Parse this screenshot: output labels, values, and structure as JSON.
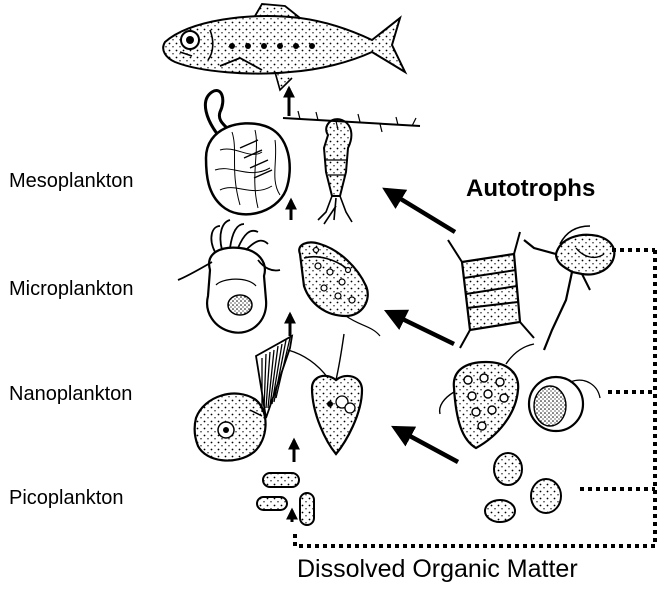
{
  "labels": {
    "mesoplankton": "Mesoplankton",
    "microplankton": "Microplankton",
    "nanoplankton": "Nanoplankton",
    "picoplankton": "Picoplankton",
    "autotrophs": "Autotrophs",
    "dom": "Dissolved Organic Matter"
  },
  "organisms": [
    {
      "name": "fish",
      "level": "top"
    },
    {
      "name": "siphonophore-tentacle",
      "level": "mesoplankton"
    },
    {
      "name": "radiolarian",
      "level": "mesoplankton"
    },
    {
      "name": "copepod",
      "level": "mesoplankton"
    },
    {
      "name": "rotifer",
      "level": "microplankton"
    },
    {
      "name": "tintinnid",
      "level": "microplankton"
    },
    {
      "name": "choanoflagellate",
      "level": "nanoplankton"
    },
    {
      "name": "heterotrophic-flagellate",
      "level": "nanoplankton"
    },
    {
      "name": "bacteria",
      "level": "picoplankton"
    },
    {
      "name": "diatom",
      "level": "autotrophs"
    },
    {
      "name": "dinoflagellate",
      "level": "autotrophs"
    },
    {
      "name": "cryptophyte",
      "level": "autotrophs"
    },
    {
      "name": "coccoid-cell",
      "level": "autotrophs"
    },
    {
      "name": "picophytoplankton",
      "level": "autotrophs"
    }
  ],
  "colors": {
    "ink": "#000000",
    "background": "#ffffff"
  }
}
